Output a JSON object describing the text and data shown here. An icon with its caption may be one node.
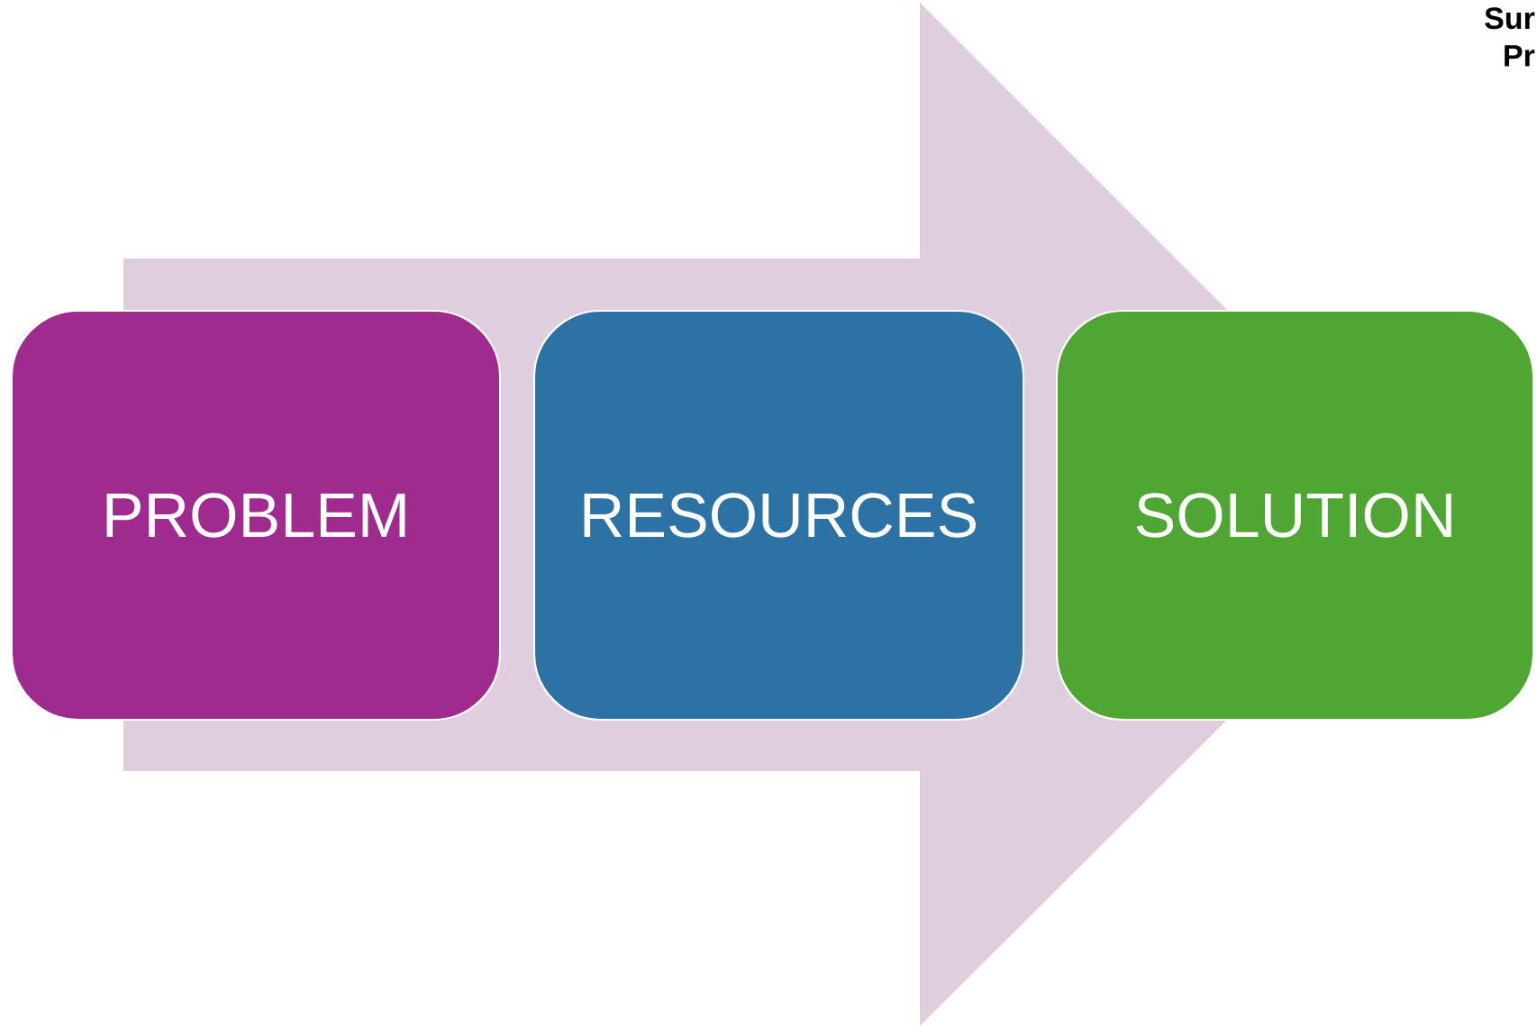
{
  "diagram": {
    "nodes": [
      {
        "text": [
          "PROBLEM"
        ]
      },
      {
        "text": [
          "RESOURCES"
        ]
      },
      {
        "text": [
          "SOLUTION"
        ]
      }
    ],
    "edges": [
      {
        "from": 0,
        "to": 2,
        "arrow": "to"
      }
    ],
    "labels": [
      "Sur",
      "Pr"
    ]
  }
}
